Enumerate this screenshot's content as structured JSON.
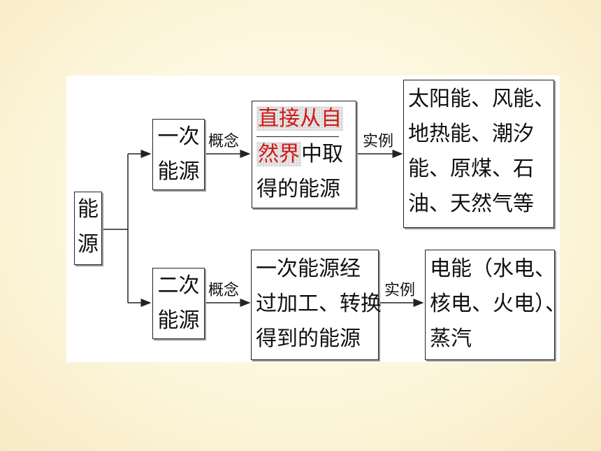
{
  "root": {
    "line1": "能",
    "line2": "源"
  },
  "primary": {
    "name_line1": "一次",
    "name_line2": "能源",
    "concept_label": "概念",
    "definition_hl1": "直接从自",
    "definition_hl2": "然界",
    "definition_rest2": "中取",
    "definition_line3": "得的能源",
    "example_label": "实例",
    "examples": [
      "太阳能、风能、",
      "地热能、潮汐",
      "能、原煤、石",
      "油、天然气等"
    ]
  },
  "secondary": {
    "name_line1": "二次",
    "name_line2": "能源",
    "concept_label": "概念",
    "definition": [
      "一次能源经",
      "过加工、转换",
      "得到的能源"
    ],
    "example_label": "实例",
    "examples": [
      "电能（水电、",
      "核电、火电）、",
      "蒸汽"
    ]
  }
}
